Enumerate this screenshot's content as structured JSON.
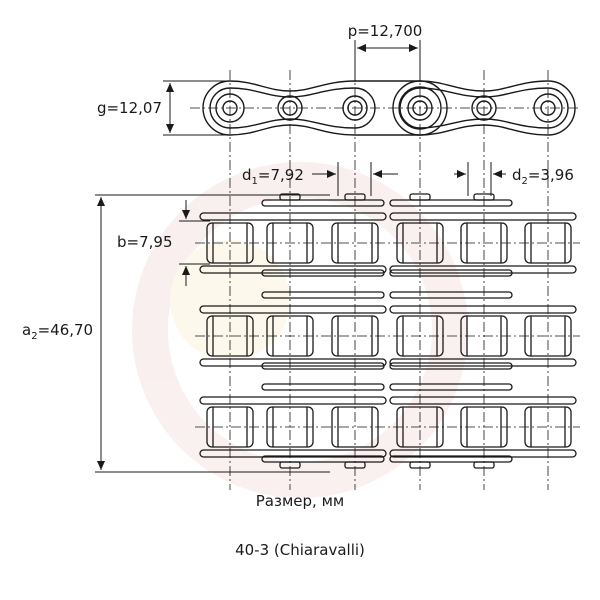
{
  "dimensions": {
    "pitch": "p=12,700",
    "height": "g=12,07",
    "roller_width": "b=7,95",
    "overall_width_prefix": "a",
    "overall_width_sub": "2",
    "overall_width_value": "=46,70",
    "roller_dia_prefix": "d",
    "roller_dia_sub": "1",
    "roller_dia_value": "=7,92",
    "pin_dia_prefix": "d",
    "pin_dia_sub": "2",
    "pin_dia_value": "=3,96"
  },
  "units_caption": "Размер, мм",
  "model_caption": "40-3 (Chiaravalli)",
  "colors": {
    "line": "#1a1a1a",
    "watermark": "#f2d9d9"
  }
}
